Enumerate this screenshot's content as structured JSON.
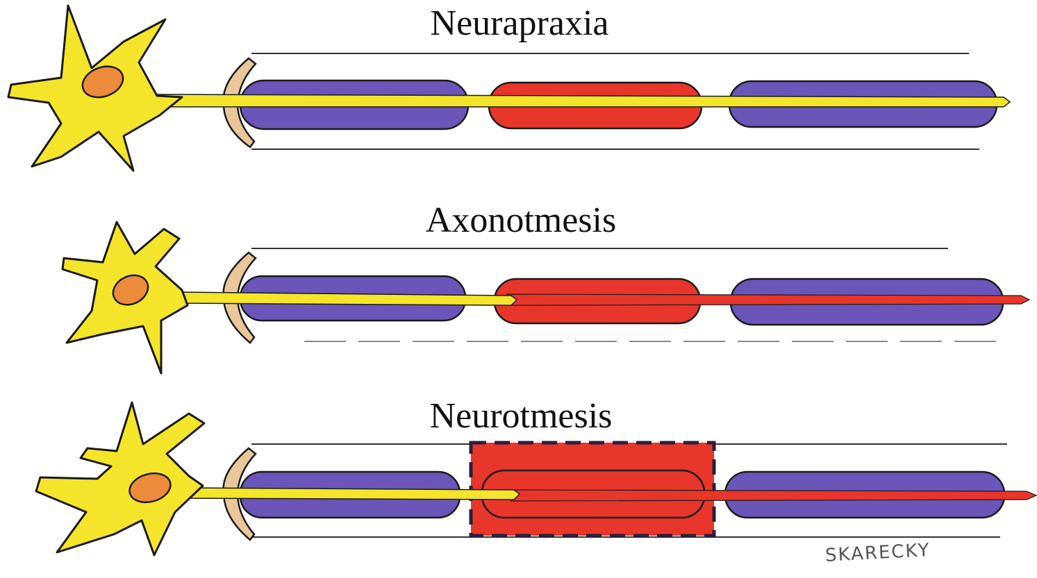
{
  "panels": [
    {
      "title": "Neurapraxia"
    },
    {
      "title": "Axonotmesis"
    },
    {
      "title": "Neurotmesis"
    }
  ],
  "artist_signature": "SKARECKY",
  "colors": {
    "neuron": "#f5e52a",
    "nucleus": "#ec8b3a",
    "myelin": "#6b55b8",
    "injury": "#e8362a",
    "outline": "#1a1a1a",
    "cap": "#e9c79a",
    "sheath_line": "#333333"
  }
}
